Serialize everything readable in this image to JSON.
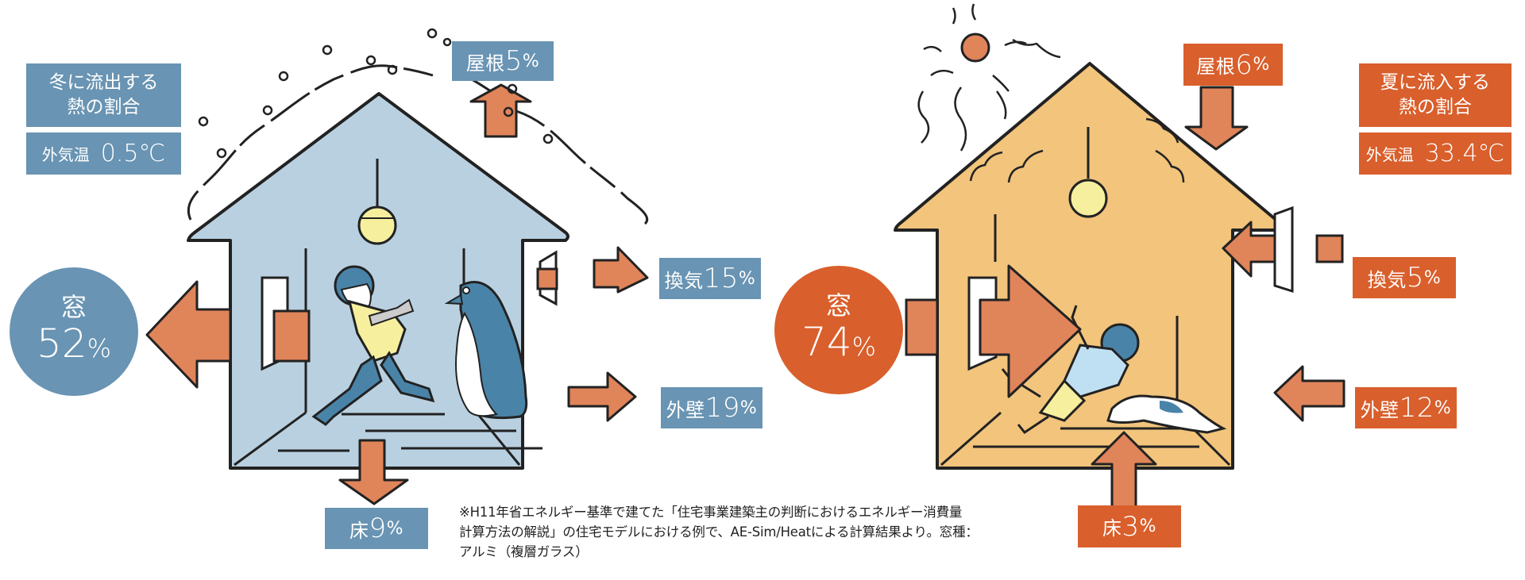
{
  "winter": {
    "title_line1": "冬に流出する",
    "title_line2": "熱の割合",
    "temp_label": "外気温",
    "temp_value": "0.5℃",
    "window": {
      "label": "窓",
      "value": "52",
      "unit": "%"
    },
    "roof": {
      "label": "屋根",
      "value": "5",
      "unit": "%"
    },
    "ventilation": {
      "label": "換気",
      "value": "15",
      "unit": "%"
    },
    "wall": {
      "label": "外壁",
      "value": "19",
      "unit": "%"
    },
    "floor": {
      "label": "床",
      "value": "9",
      "unit": "%"
    },
    "colors": {
      "box": "#6994b3",
      "house": "#b9d0e0",
      "arrow": "#e0845a"
    }
  },
  "summer": {
    "title_line1": "夏に流入する",
    "title_line2": "熱の割合",
    "temp_label": "外気温",
    "temp_value": "33.4℃",
    "window": {
      "label": "窓",
      "value": "74",
      "unit": "%"
    },
    "roof": {
      "label": "屋根",
      "value": "6",
      "unit": "%"
    },
    "ventilation": {
      "label": "換気",
      "value": "5",
      "unit": "%"
    },
    "wall": {
      "label": "外壁",
      "value": "12",
      "unit": "%"
    },
    "floor": {
      "label": "床",
      "value": "3",
      "unit": "%"
    },
    "colors": {
      "box": "#d95f2c",
      "house": "#f2c47c",
      "arrow": "#e0845a"
    }
  },
  "footnote": {
    "line1": "※H11年省エネルギー基準で建てた「住宅事業建築主の判断におけるエネルギー消費量",
    "line2": "計算方法の解説」の住宅モデルにおける例で、AE-Sim/Heatによる計算結果より。窓種：",
    "line3": "アルミ（複層ガラス）"
  },
  "chart_data": {
    "type": "table",
    "title": "Heat flow share by building part",
    "categories": [
      "窓",
      "屋根",
      "換気",
      "外壁",
      "床"
    ],
    "series": [
      {
        "name": "冬に流出する熱の割合 (外気温 0.5℃)",
        "values": [
          52,
          5,
          15,
          19,
          9
        ]
      },
      {
        "name": "夏に流入する熱の割合 (外気温 33.4℃)",
        "values": [
          74,
          6,
          5,
          12,
          3
        ]
      }
    ],
    "unit": "%"
  }
}
